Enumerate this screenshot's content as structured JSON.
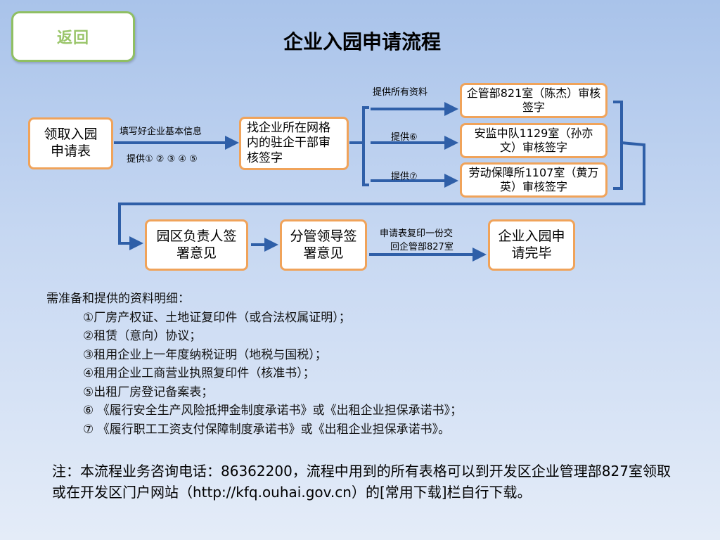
{
  "back_button": {
    "label": "返回"
  },
  "title": "企业入园申请流程",
  "nodes": {
    "get_form": "领取入园申请表",
    "resident_cadre": "找企业所在网格内的驻企干部审核签字",
    "mgmt_dept": "企管部821室（陈杰）审核签字",
    "safety_team": "安监中队1129室（孙亦文）审核签字",
    "labor_office": "劳动保障所1107室（黄万英）审核签字",
    "park_leader": "园区负责人签署意见",
    "deputy_leader": "分管领导签署意见",
    "completed": "企业入园申请完毕"
  },
  "edge_labels": {
    "fill_info": "填写好企业基本信息",
    "provide_docs_1_5": "提供① ② ③ ④ ⑤",
    "provide_all": "提供所有资料",
    "provide_6": "提供⑥",
    "provide_7": "提供⑦",
    "copy_return_1": "申请表复印一份交",
    "copy_return_2": "回企管部827室"
  },
  "notes": {
    "heading": "需准备和提供的资料明细：",
    "items": [
      "①厂房产权证、土地证复印件（或合法权属证明）；",
      "②租赁（意向）协议；",
      "③租用企业上一年度纳税证明（地税与国税）；",
      "④租用企业工商营业执照复印件（核准书）；",
      "⑤出租厂房登记备案表；",
      "⑥ 《履行安全生产风险抵押金制度承诺书》或《出租企业担保承诺书》；",
      "⑦ 《履行职工工资支付保障制度承诺书》或《出租企业担保承诺书》。"
    ]
  },
  "footer": "注：本流程业务咨询电话：86362200，流程中用到的所有表格可以到开发区企业管理部827室领取或在开发区门户网站（http://kfq.ouhai.gov.cn）的[常用下载]栏自行下载。",
  "colors": {
    "box_border": "#f0a35a",
    "arrow": "#2f5fa8",
    "back_border": "#8fbf63"
  }
}
